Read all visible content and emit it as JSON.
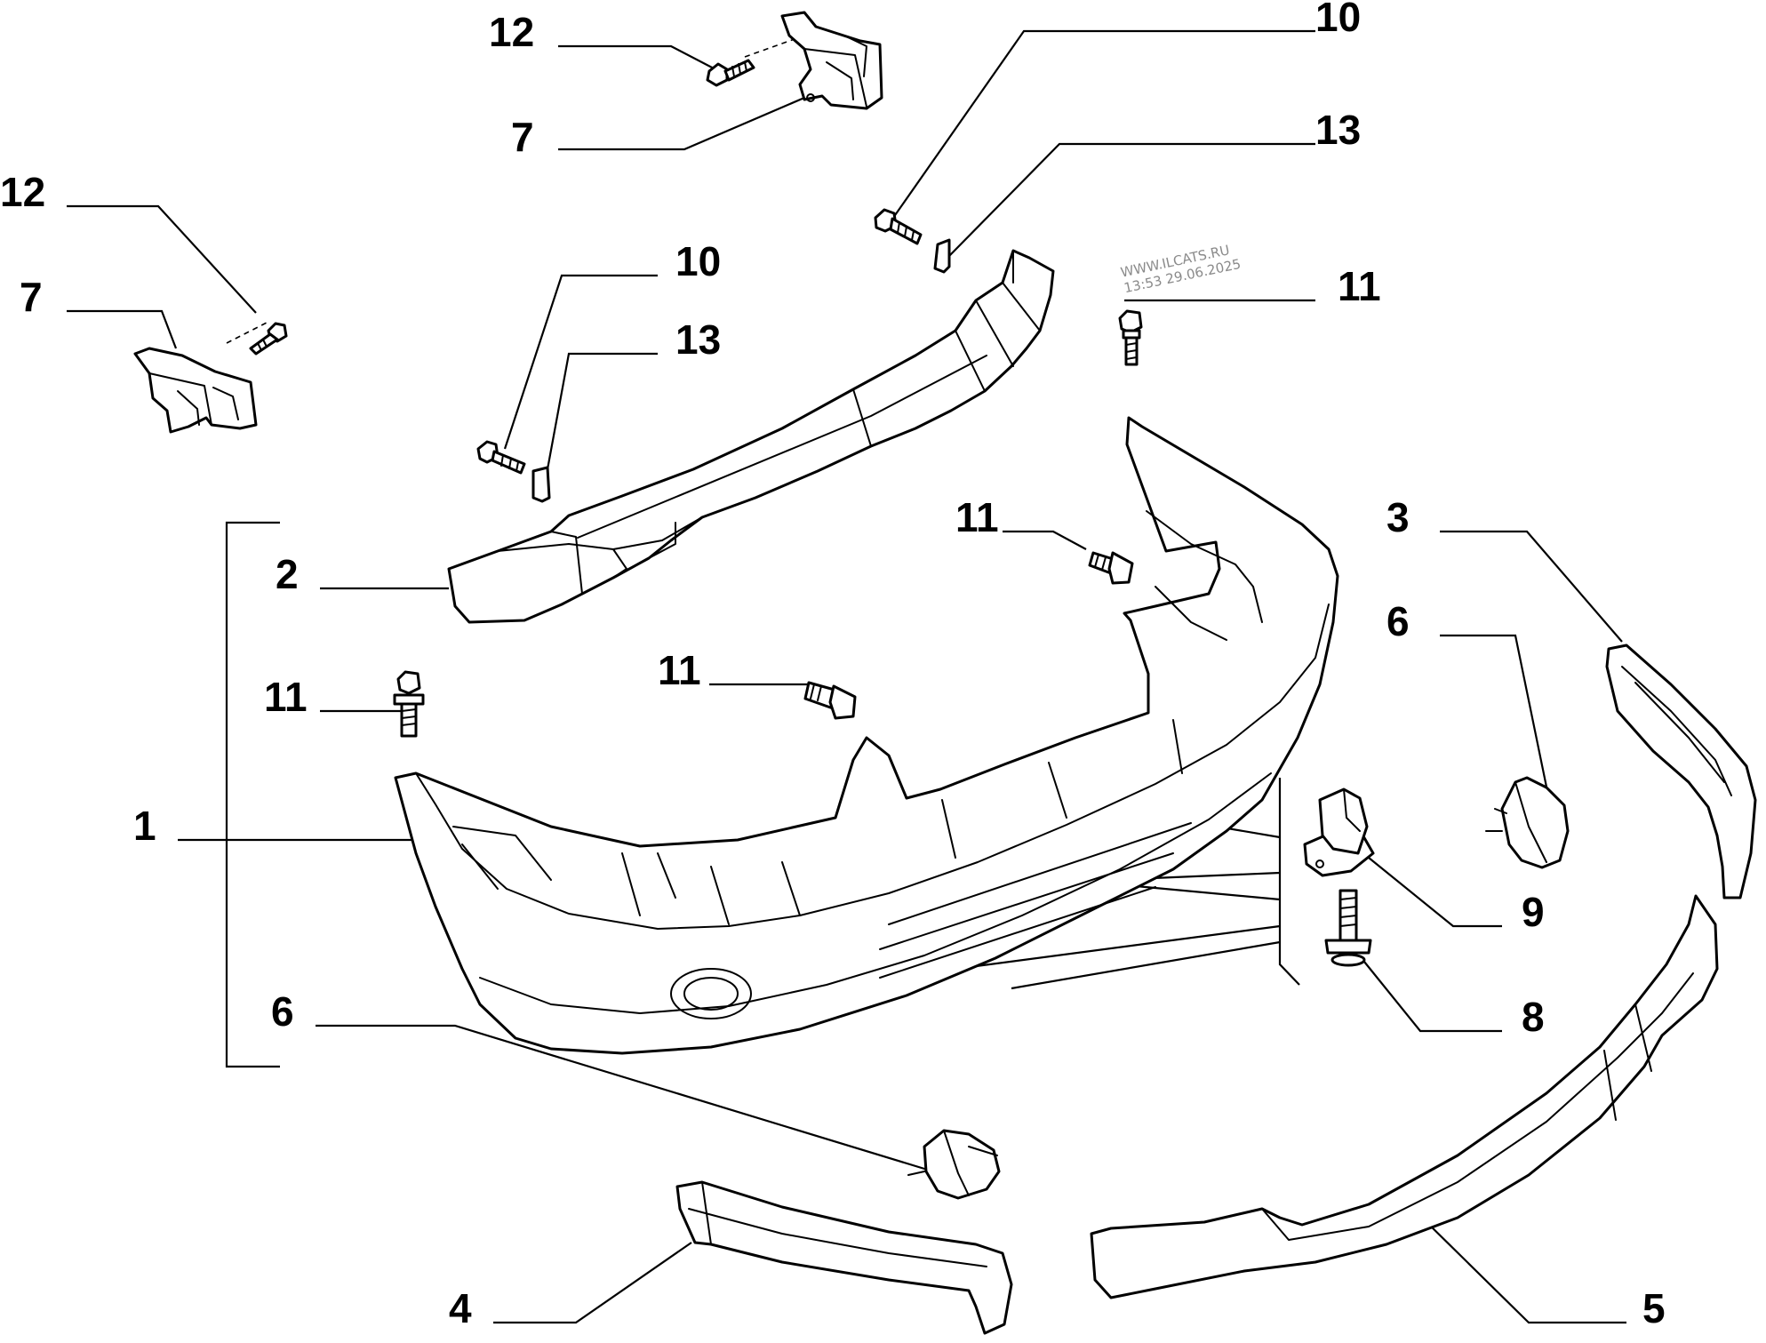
{
  "diagram": {
    "callouts": [
      "12",
      "7",
      "12",
      "7",
      "10",
      "13",
      "10",
      "13",
      "11",
      "11",
      "2",
      "11",
      "11",
      "1",
      "3",
      "6",
      "9",
      "8",
      "6",
      "4",
      "5"
    ],
    "watermark": {
      "line1": "WWW.ILCATS.RU",
      "line2": "13:53 29.06.2025"
    }
  }
}
